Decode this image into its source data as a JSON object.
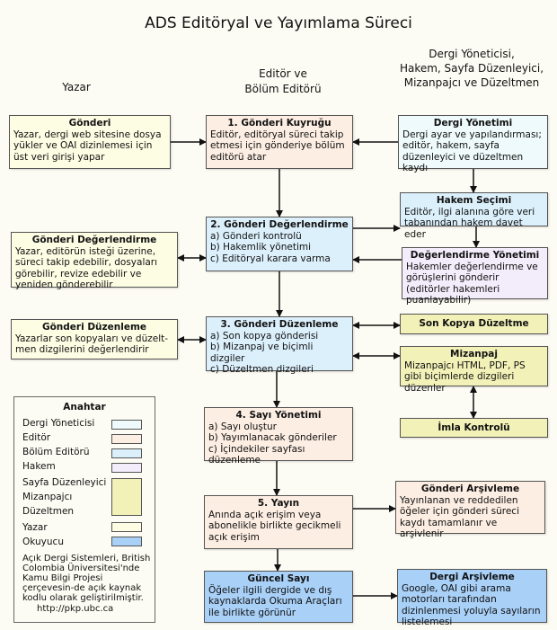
{
  "title": "ADS Editöryal ve Yayımlama Süreci",
  "columns": {
    "author": "Yazar",
    "editor": "Editör ve\nBölüm Editörü",
    "manager": "Dergi Yöneticisi,\nHakem, Sayfa Düzenleyici,\nMizanpajcı ve Düzeltmen"
  },
  "boxes": {
    "submission": {
      "title": "Gönderi",
      "body": "Yazar, dergi web sitesine dosya yükler ve OAI dizinlemesi için üst veri girişi yapar"
    },
    "queue": {
      "title": "1. Gönderi Kuyruğu",
      "body": "Editör, editöryal süreci takip etmesi için gönderiye bölüm editörü atar"
    },
    "journal_mgmt": {
      "title": "Dergi Yönetimi",
      "body": "Dergi ayar ve yapılandırması; editör, hakem, sayfa düzenleyici ve düzeltmen kaydı"
    },
    "reviewer_sel": {
      "title": "Hakem Seçimi",
      "body": "Editör, ilgi alanına göre veri tabanından hakem davet eder"
    },
    "review_mgmt": {
      "title": "Değerlendirme Yönetimi",
      "body": "Hakemler değerlendirme ve görüşlerini gönderir (editörler hakemleri puanlayabilir)"
    },
    "review": {
      "title": "2. Gönderi Değerlendirme",
      "body": "a) Gönderi kontrolü\nb) Hakemlik yönetimi\nc) Editöryal karara varma"
    },
    "author_review": {
      "title": "Gönderi Değerlendirme",
      "body": "Yazar, editörün isteği üzerine, süreci takip edebilir, dosyaları görebilir, revize edebilir ve yeniden gönderebilir"
    },
    "author_edit": {
      "title": "Gönderi Düzenleme",
      "body": "Yazarlar son kopyaları ve düzelt-\nmen dizgilerini değerlendirir"
    },
    "editing": {
      "title": "3. Gönderi Düzenleme",
      "body": "a) Son kopya gönderisi\nb) Mizanpaj ve biçimli dizgiler\nc) Düzeltmen dizgileri"
    },
    "copyedit": {
      "title": "Son Kopya Düzeltme"
    },
    "layout": {
      "title": "Mizanpaj",
      "body": "Mizanpajcı HTML, PDF, PS gibi biçimlerde dizgileri düzenler"
    },
    "proofread": {
      "title": "İmla Kontrolü"
    },
    "issue": {
      "title": "4. Sayı Yönetimi",
      "body": "a) Sayı oluştur\nb) Yayımlanacak gönderiler\nc) İçindekiler sayfası düzenleme"
    },
    "publish": {
      "title": "5. Yayın",
      "body": "Anında açık erişim veya abonelikle birlikte gecikmeli açık erişim"
    },
    "sub_archive": {
      "title": "Gönderi Arşivleme",
      "body": "Yayınlanan ve reddedilen öğeler için gönderi süreci kaydı tamamlanır ve arşivlenir"
    },
    "current": {
      "title": "Güncel Sayı",
      "body": "Öğeler ilgili dergide ve dış kaynaklarda Okuma Araçları ile birlikte görünür"
    },
    "journal_archive": {
      "title": "Dergi Arşivleme",
      "body": "Google, OAI gibi arama motorları tarafından dizinlenmesi yoluyla sayıların listelemesi"
    }
  },
  "legend": {
    "title": "Anahtar",
    "items": [
      {
        "label": "Dergi Yöneticisi",
        "color": "#eefafb"
      },
      {
        "label": "Editör",
        "color": "#fdeee3"
      },
      {
        "label": "Bölüm Editörü",
        "color": "#dcf0fc"
      },
      {
        "label": "Hakem",
        "color": "#f3ecfa"
      },
      {
        "label": "Sayfa Düzenleyici",
        "color": "#f2f1b8"
      },
      {
        "label": "Mizanpajcı",
        "color": "#f2f1b8"
      },
      {
        "label": "Düzeltmen",
        "color": "#f2f1b8"
      },
      {
        "label": "Yazar",
        "color": "#fdfde4"
      },
      {
        "label": "Okuyucu",
        "color": "#a9d0f7"
      }
    ],
    "note": "Açık Dergi Sistemleri, British Colombia Üniversitesi'nde Kamu Bilgi Projesi çerçevesin-de açık kaynak kodlu olarak geliştirilmiştir.",
    "url": "http://pkp.ubc.ca"
  }
}
